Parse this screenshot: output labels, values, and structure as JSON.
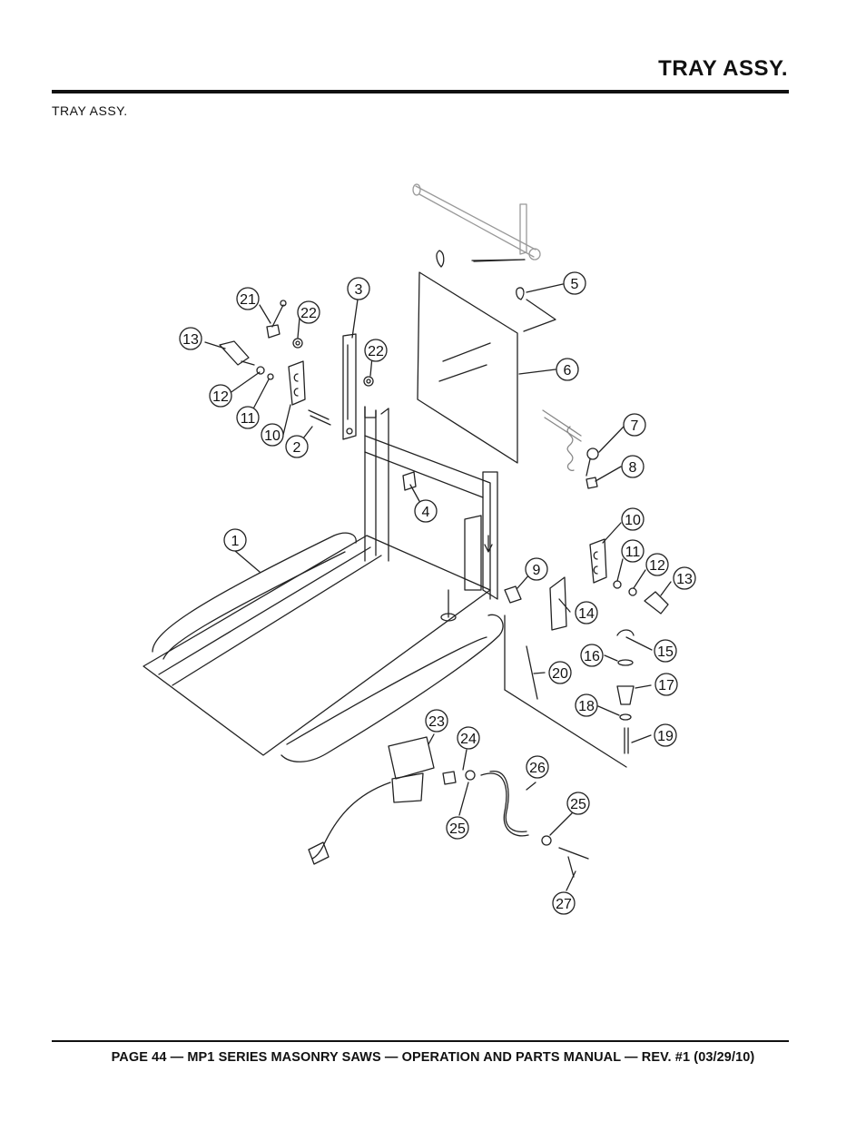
{
  "header": {
    "title": "TRAY ASSY."
  },
  "subtitle": "TRAY ASSY.",
  "callouts": [
    "1",
    "2",
    "3",
    "4",
    "5",
    "6",
    "7",
    "8",
    "9",
    "10",
    "10",
    "11",
    "11",
    "12",
    "12",
    "13",
    "13",
    "14",
    "15",
    "16",
    "17",
    "18",
    "19",
    "20",
    "21",
    "22",
    "22",
    "23",
    "24",
    "25",
    "25",
    "26",
    "27"
  ],
  "footer": {
    "text": "PAGE 44 — MP1 SERIES MASONRY SAWS — OPERATION AND PARTS MANUAL — REV. #1  (03/29/10)"
  }
}
